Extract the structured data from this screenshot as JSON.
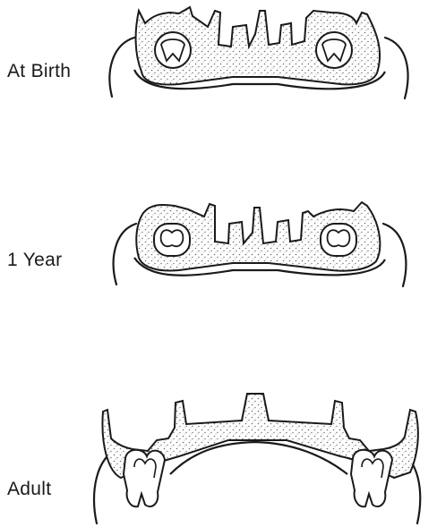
{
  "stages": [
    {
      "label": "At Birth"
    },
    {
      "label": "1 Year"
    },
    {
      "label": "Adult"
    }
  ],
  "colors": {
    "ink": "#1a1a1a",
    "stipple": "#7a7a7a",
    "background": "#ffffff"
  }
}
